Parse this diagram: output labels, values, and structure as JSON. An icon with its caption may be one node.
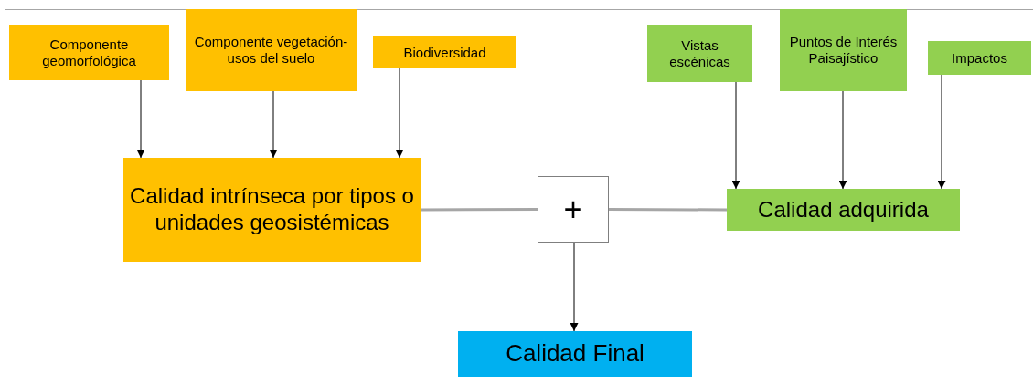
{
  "diagram": {
    "nodes": [
      {
        "text": [
          "Componente geomorfológica"
        ]
      },
      {
        "text": [
          "Componente vegetación-usos del suelo"
        ]
      },
      {
        "text": [
          "Biodiversidad"
        ]
      },
      {
        "text": [
          "Vistas escénicas"
        ]
      },
      {
        "text": [
          "Puntos de Interés Paisajístico"
        ]
      },
      {
        "text": [
          "Impactos"
        ]
      },
      {
        "text": [
          "Calidad intrínseca por tipos o unidades geosistémicas"
        ]
      },
      {
        "text": [
          "+"
        ]
      },
      {
        "text": [
          "Calidad adquirida"
        ]
      },
      {
        "text": [
          "Calidad Final"
        ]
      }
    ],
    "edges": [
      {
        "from": 0,
        "to": 6,
        "arrow": "to"
      },
      {
        "from": 1,
        "to": 6,
        "arrow": "to"
      },
      {
        "from": 2,
        "to": 6,
        "arrow": "to"
      },
      {
        "from": 3,
        "to": 8,
        "arrow": "to"
      },
      {
        "from": 4,
        "to": 8,
        "arrow": "to"
      },
      {
        "from": 5,
        "to": 8,
        "arrow": "to"
      },
      {
        "from": 6,
        "to": 7,
        "arrow": "none",
        "style": "thick",
        "color": "#a6a6a6"
      },
      {
        "from": 7,
        "to": 8,
        "arrow": "none",
        "style": "thick",
        "color": "#a6a6a6"
      },
      {
        "from": 7,
        "to": 9,
        "arrow": "to"
      }
    ]
  }
}
